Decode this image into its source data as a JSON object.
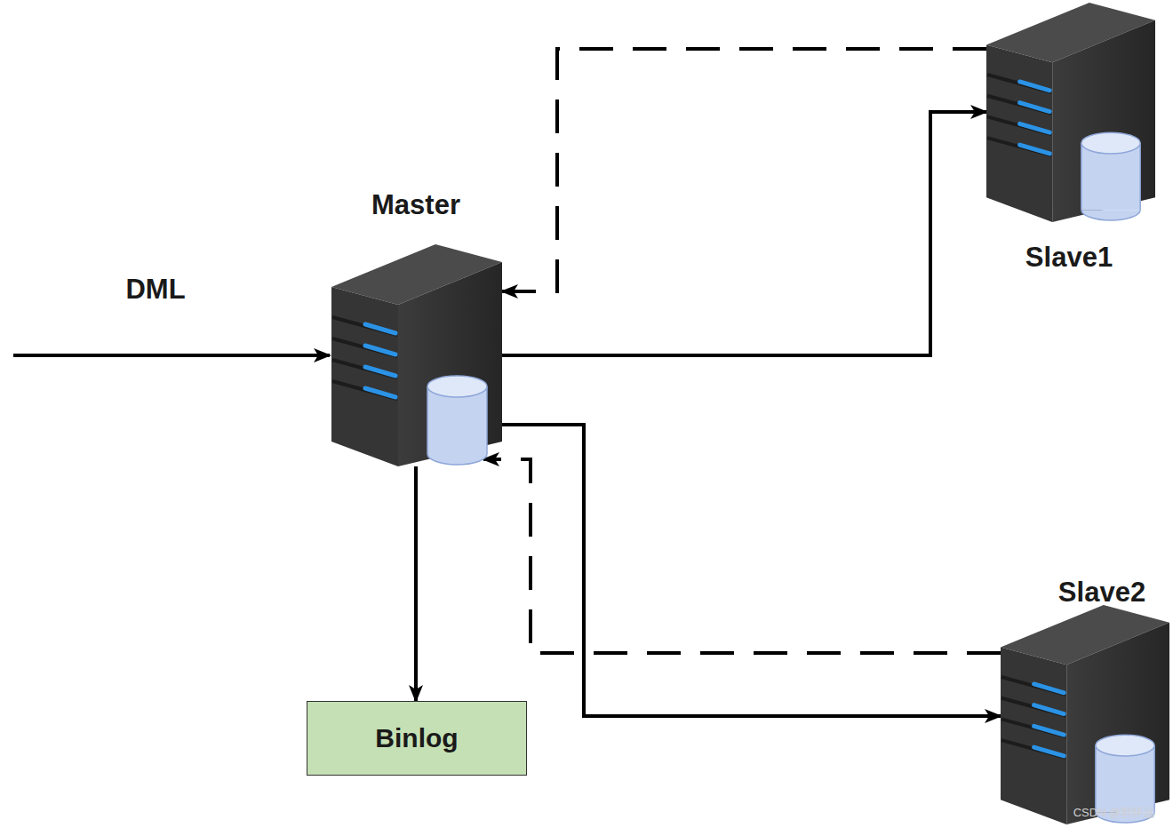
{
  "diagram": {
    "nodes": [
      {
        "text": [
          "Master"
        ]
      },
      {
        "text": [
          "Slave1"
        ]
      },
      {
        "text": [
          "Slave2"
        ]
      },
      {
        "text": [
          "Binlog"
        ]
      }
    ],
    "edges": [
      {
        "from": 0,
        "to": 1,
        "arrow": "to"
      },
      {
        "from": 1,
        "to": 0,
        "arrow": "to"
      },
      {
        "from": 0,
        "to": 2,
        "arrow": "to"
      },
      {
        "from": 2,
        "to": 0,
        "arrow": "to"
      },
      {
        "from": 0,
        "to": 3,
        "arrow": "to"
      }
    ],
    "labels": [
      "DML",
      "CSDN @郭怀远"
    ]
  }
}
